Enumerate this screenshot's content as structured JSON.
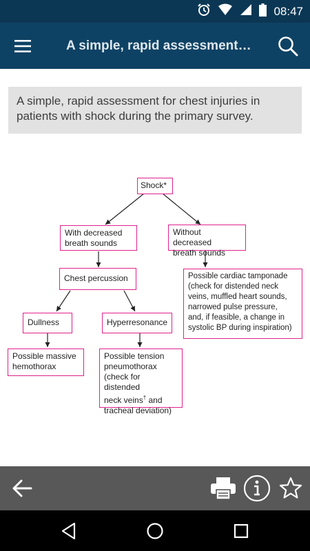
{
  "status_bar": {
    "time": "08:47",
    "icons": [
      "alarm-icon",
      "wifi-icon",
      "signal-icon",
      "battery-icon"
    ]
  },
  "app_bar": {
    "title": "A simple, rapid assessment…",
    "menu_icon": "menu-icon",
    "search_icon": "search-icon"
  },
  "caption": "A simple, rapid assessment for chest injuries in patients with shock during the primary survey.",
  "flowchart": {
    "nodes": {
      "shock": "Shock*",
      "decreased_l1": "With decreased",
      "decreased_l2": "breath sounds",
      "without_l1": "Without decreased",
      "without_l2": "breath sounds",
      "percussion": "Chest percussion",
      "tamponade_l1": "Possible cardiac tamponade",
      "tamponade_l2": "(check for distended neck",
      "tamponade_l3": "veins, muffled heart sounds,",
      "tamponade_l4": "narrowed pulse pressure,",
      "tamponade_l5": "and, if feasible, a change in",
      "tamponade_l6": "systolic BP during inspiration)",
      "dullness": "Dullness",
      "hyperresonance": "Hyperresonance",
      "hemothorax_l1": "Possible massive",
      "hemothorax_l2": "hemothorax",
      "tension_l1": "Possible tension",
      "tension_l2": "pneumothorax",
      "tension_l3": "(check for distended",
      "tension_l4a": "neck veins",
      "tension_l4b": "†",
      "tension_l4c": " and",
      "tension_l5": "tracheal deviation)"
    }
  },
  "bottom_toolbar": {
    "icons": [
      "back-arrow-icon",
      "print-icon",
      "info-icon",
      "star-icon"
    ]
  },
  "nav_bar": {
    "icons": [
      "nav-back-icon",
      "nav-home-icon",
      "nav-recents-icon"
    ]
  }
}
